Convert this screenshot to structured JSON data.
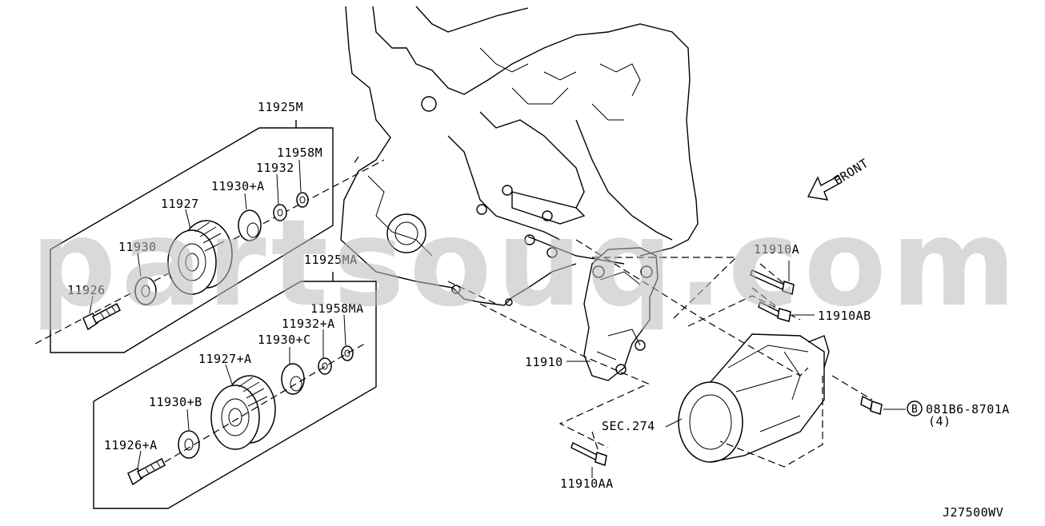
{
  "watermark": "partsouq.com",
  "labels": {
    "grp_m": "11925M",
    "grp_ma": "11925MA",
    "p11958m": "11958M",
    "p11932": "11932",
    "p11930a": "11930+A",
    "p11927": "11927",
    "p11930": "11930",
    "p11926": "11926",
    "p11958ma": "11958MA",
    "p11932a": "11932+A",
    "p11930c": "11930+C",
    "p11927a": "11927+A",
    "p11930b": "11930+B",
    "p11926a": "11926+A",
    "p11910": "11910",
    "p11910a": "11910A",
    "p11910ab": "11910AB",
    "p11910aa": "11910AA",
    "sec274": "SEC.274",
    "bolt_b": "081B6-8701A",
    "bolt_b_qty": "(4)",
    "bolt_b_marker": "B",
    "front": "FRONT",
    "diagram_code": "J27500WV"
  }
}
